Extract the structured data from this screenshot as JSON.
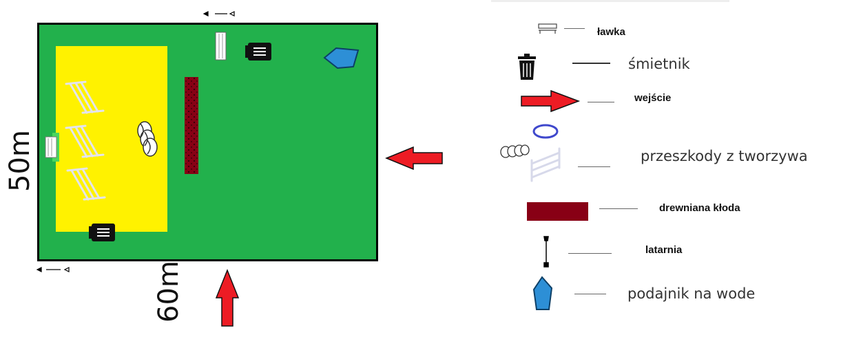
{
  "colors": {
    "field": "#22b14c",
    "zone": "#fff200",
    "log": "#880015",
    "arrow": "#ed1c24",
    "water": "#2d8fd6",
    "hoop": "#3f48cc",
    "bin": "#111111"
  },
  "dimensions": {
    "height_label": "50m",
    "width_label": "60m"
  },
  "legend": [
    {
      "icon": "bench-icon",
      "label": "ławka"
    },
    {
      "icon": "trash-bin-icon",
      "label": "śmietnik"
    },
    {
      "icon": "entrance-arrow-icon",
      "label": "wejście"
    },
    {
      "icon": "obstacles-icon",
      "label": "przeszkody z tworzywa"
    },
    {
      "icon": "wooden-log-icon",
      "label": "drewniana kłoda"
    },
    {
      "icon": "lantern-icon",
      "label": "latarnia"
    },
    {
      "icon": "water-dispenser-icon",
      "label": "podajnik na wode"
    }
  ]
}
